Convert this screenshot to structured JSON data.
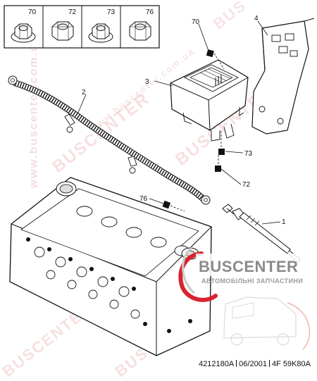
{
  "watermark": {
    "brand": "BUSCENTER",
    "domain": "www.buscenter.com.ua",
    "short": "BUS"
  },
  "fastener_panel": {
    "items": [
      {
        "ref": "70",
        "icon": "flange-nut-icon"
      },
      {
        "ref": "72",
        "icon": "hex-nut-icon"
      },
      {
        "ref": "73",
        "icon": "flange-nut-icon"
      },
      {
        "ref": "76",
        "icon": "hex-nut-icon"
      }
    ]
  },
  "callouts": {
    "c1": "1",
    "c2": "2",
    "c3": "3",
    "c4": "4",
    "c70": "70",
    "c72": "72",
    "c73": "73",
    "c76": "76"
  },
  "logo": {
    "title": "BUSCENTER",
    "subtitle": "АВТОМОБІЛЬНІ ЗАПЧАСТИНИ",
    "accent_color": "#d9232e"
  },
  "footer": {
    "ref_code": "4212180A",
    "date": "06/2001",
    "model_code": "4F 59K80A"
  }
}
